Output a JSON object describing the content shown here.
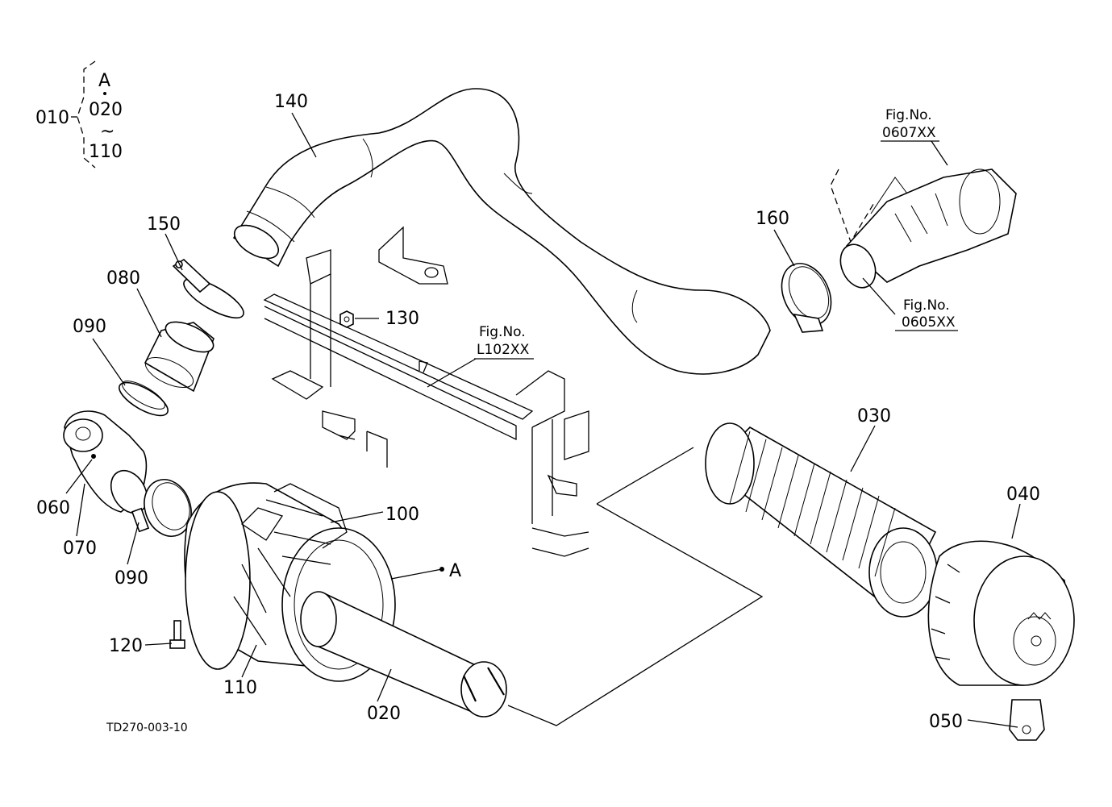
{
  "diagram": {
    "group_label": {
      "main": "010",
      "top": "A",
      "middle": "020",
      "tilde": "~",
      "bottom": "110"
    },
    "part_labels": {
      "p020": "020",
      "p030": "030",
      "p040": "040",
      "p050": "050",
      "p060": "060",
      "p070": "070",
      "p080": "080",
      "p090a": "090",
      "p090b": "090",
      "p100": "100",
      "p110": "110",
      "p120": "120",
      "p130": "130",
      "p140": "140",
      "p150": "150",
      "p160": "160",
      "refA": "A"
    },
    "fig_refs": {
      "f0607": {
        "title": "Fig.No.",
        "code": "0607XX"
      },
      "f0605": {
        "title": "Fig.No.",
        "code": "0605XX"
      },
      "fL102": {
        "title": "Fig.No.",
        "code": "L102XX"
      }
    },
    "drawing_code": "TD270-003-10"
  }
}
